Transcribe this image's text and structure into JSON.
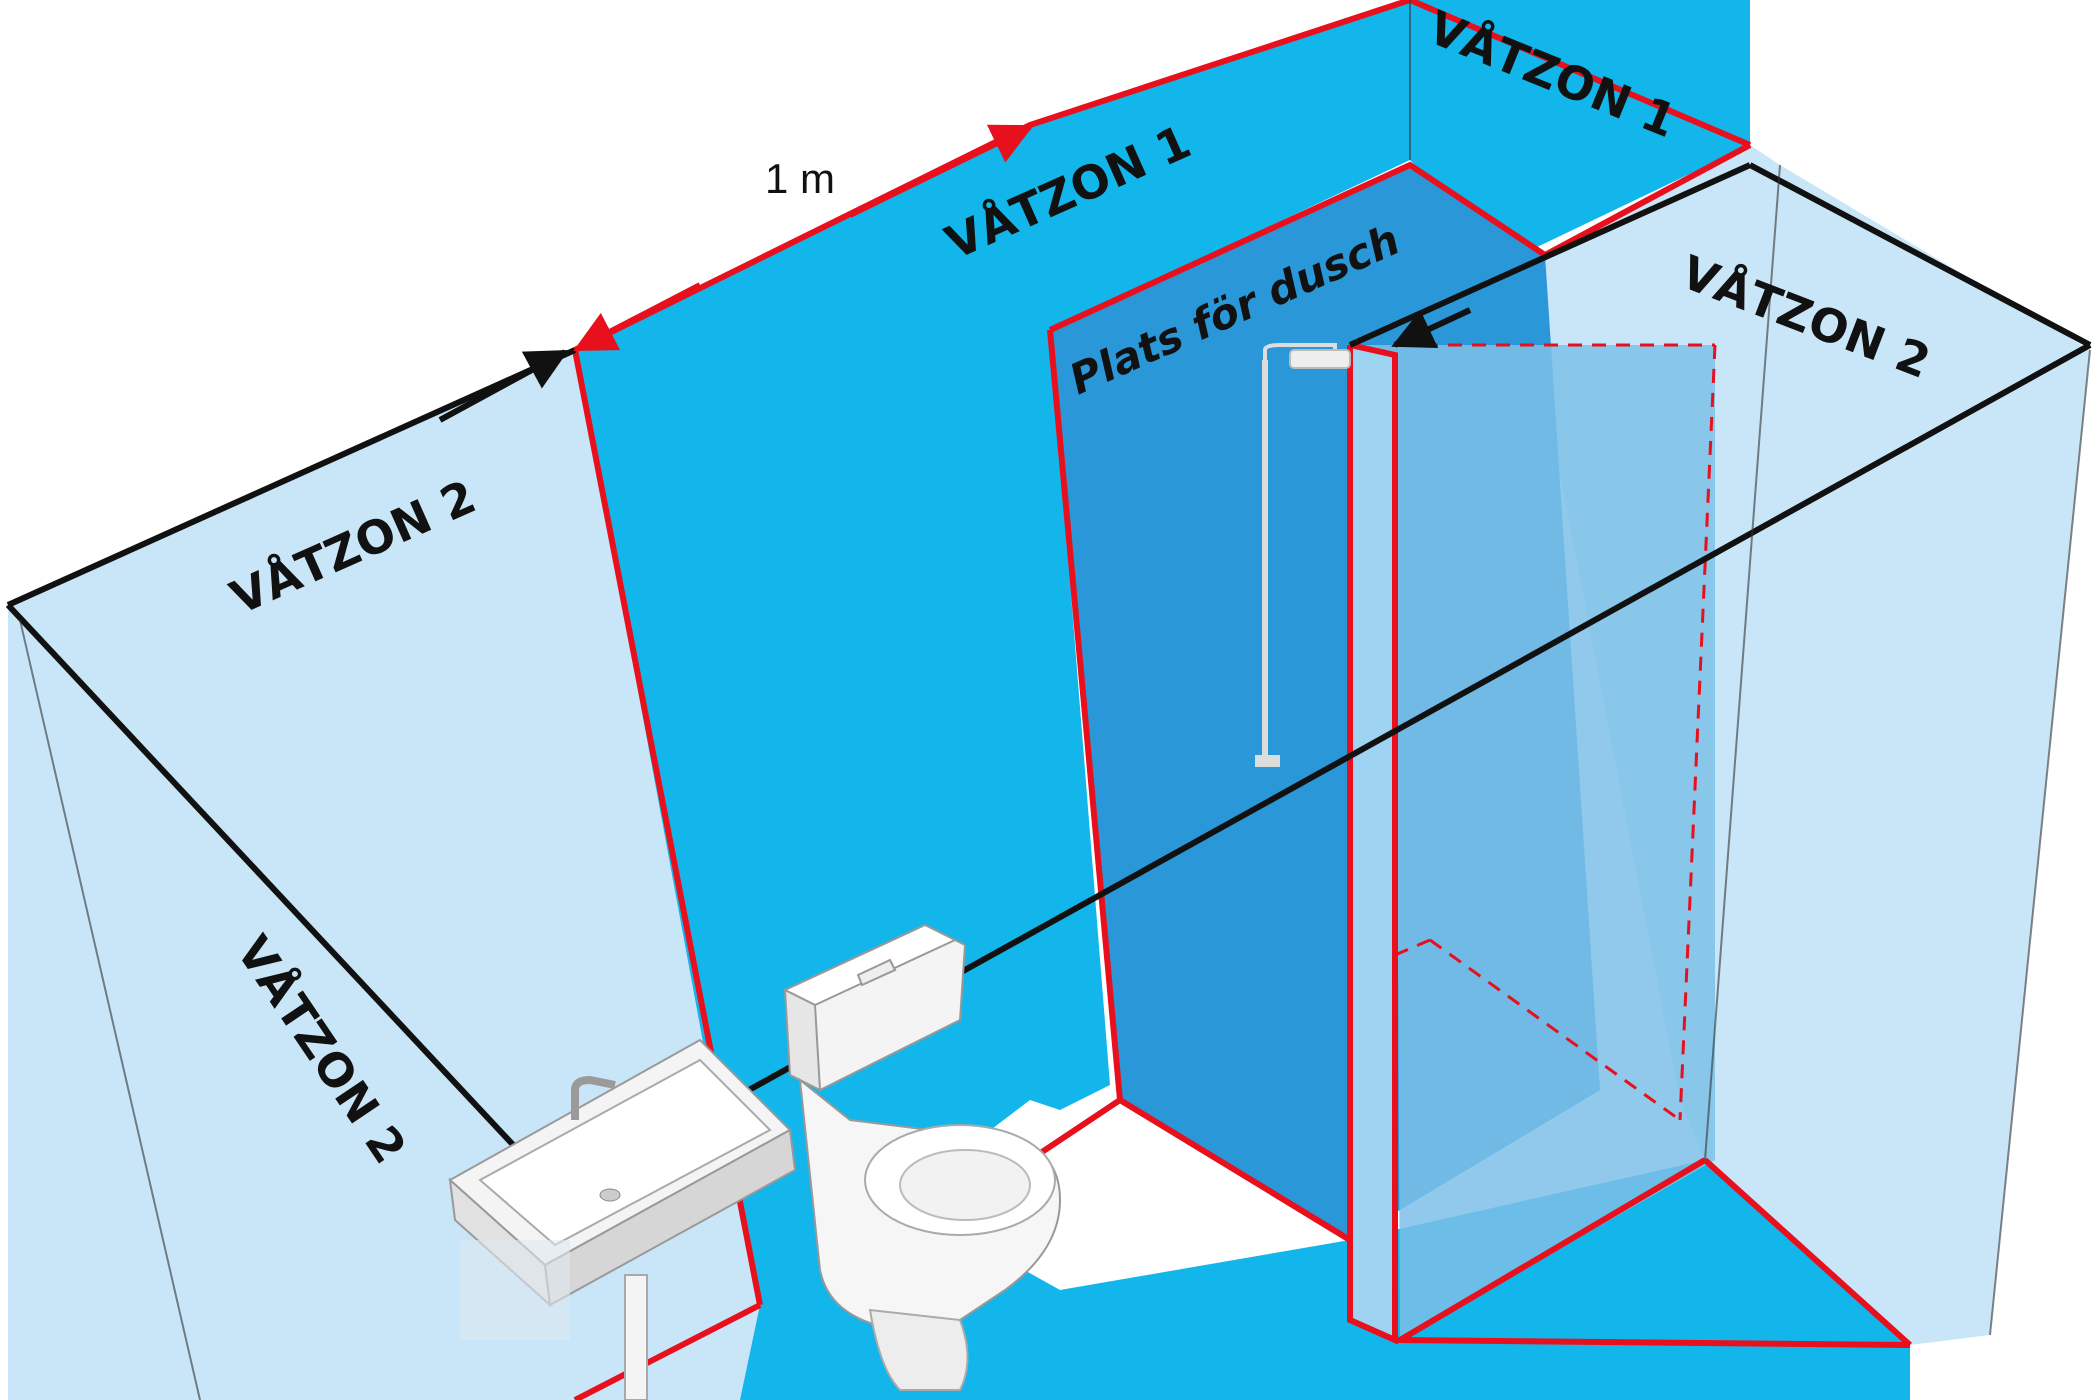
{
  "labels": {
    "wetzone1_back": "VÅTZON 1",
    "wetzone1_right": "VÅTZON 1",
    "wetzone2_left_top": "VÅTZON 2",
    "wetzone2_right": "VÅTZON 2",
    "wetzone2_left_wall": "VÅTZON 2",
    "shower_place": "Plats för dusch",
    "dimension": "1 m"
  },
  "colors": {
    "zone1_blue": "#12b6ea",
    "zone2_light": "#c9e6f8",
    "shower_area": "#2a97d8",
    "glass_panel": "#7dbfe8",
    "zone1_outline": "#e8101c",
    "zone2_outline": "#111111",
    "fixtures": "#f4f4f4"
  },
  "icons": [
    "shower-head-icon",
    "washbasin-icon",
    "toilet-icon",
    "arrow-icon"
  ]
}
